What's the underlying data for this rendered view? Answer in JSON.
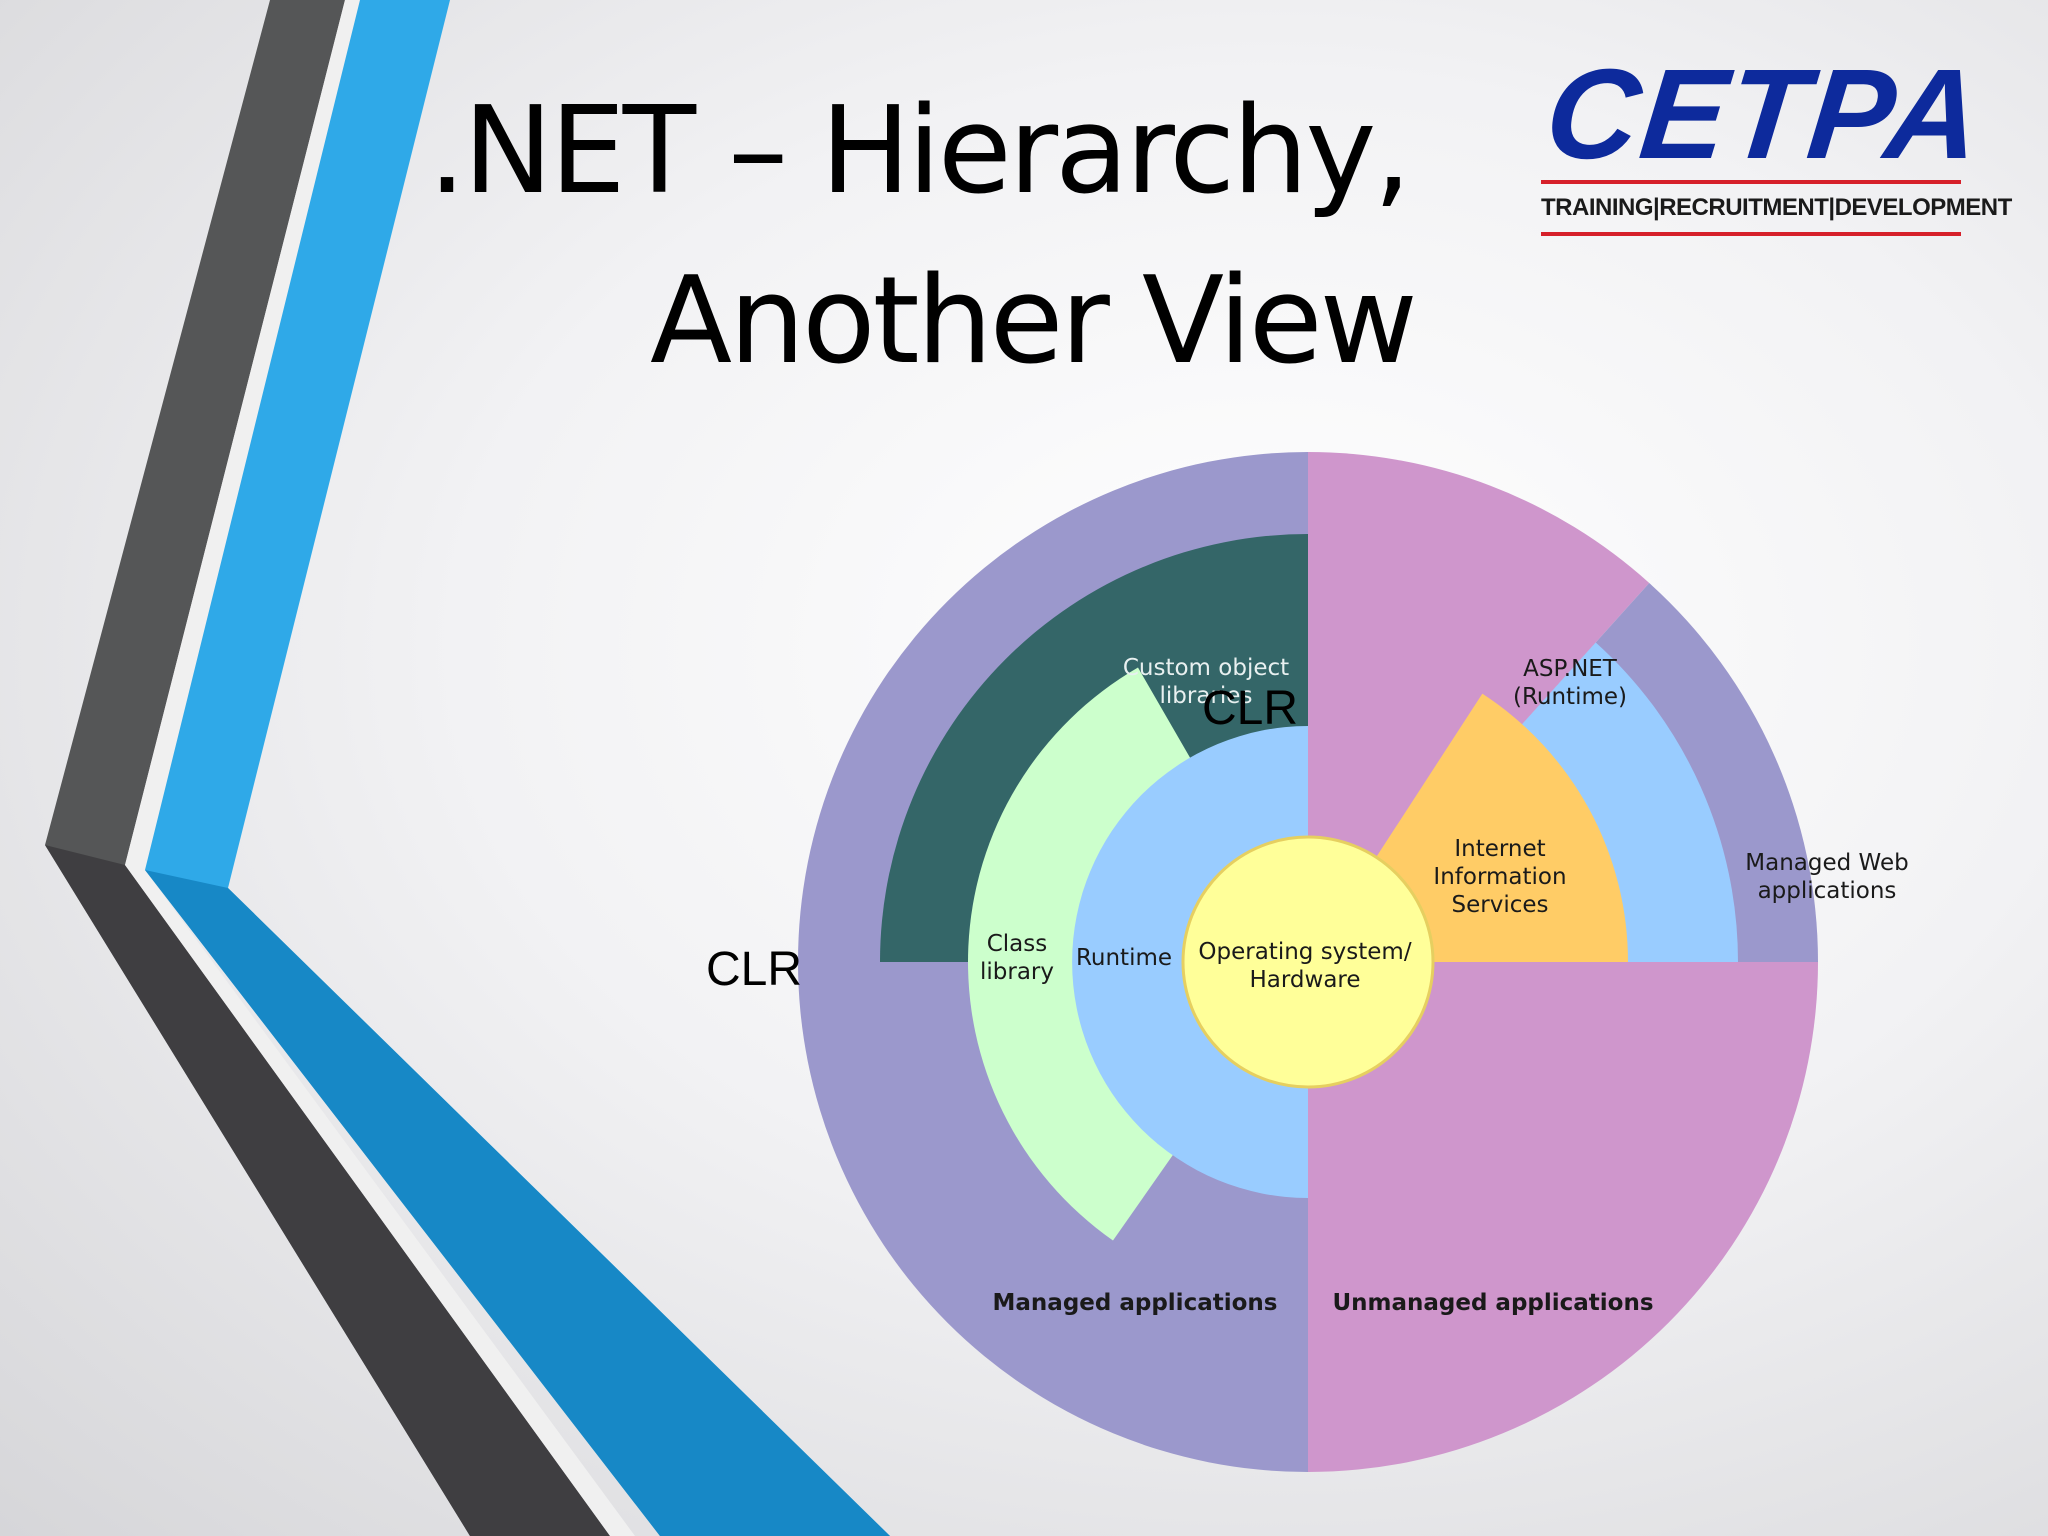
{
  "slide": {
    "title_line1": ".NET – Hierarchy,",
    "title_line2": "Another View"
  },
  "logo": {
    "word": "CETPA",
    "tagline": "TRAINING|RECRUITMENT|DEVELOPMENT"
  },
  "diagram": {
    "center": "Operating system/\nHardware",
    "runtime": "Runtime",
    "class_library": "Class\nlibrary",
    "custom_object_libraries": "Custom object\nlibraries",
    "iis": "Internet\nInformation\nServices",
    "aspnet": "ASP.NET\n(Runtime)",
    "managed_web": "Managed Web\napplications",
    "managed_apps": "Managed applications",
    "unmanaged_apps": "Unmanaged applications",
    "clr_top": "CLR",
    "clr_left": "CLR"
  },
  "colors": {
    "managed_ring": "#9b98cc",
    "unmanaged": "#cf96cc",
    "custom_libs": "#346668",
    "class_library": "#ccffcc",
    "runtime": "#99ccff",
    "os": "#ffff99",
    "iis": "#ffcc66",
    "title_text": "#000000",
    "logo_blue": "#0d2a9c",
    "logo_red": "#d6202a"
  }
}
